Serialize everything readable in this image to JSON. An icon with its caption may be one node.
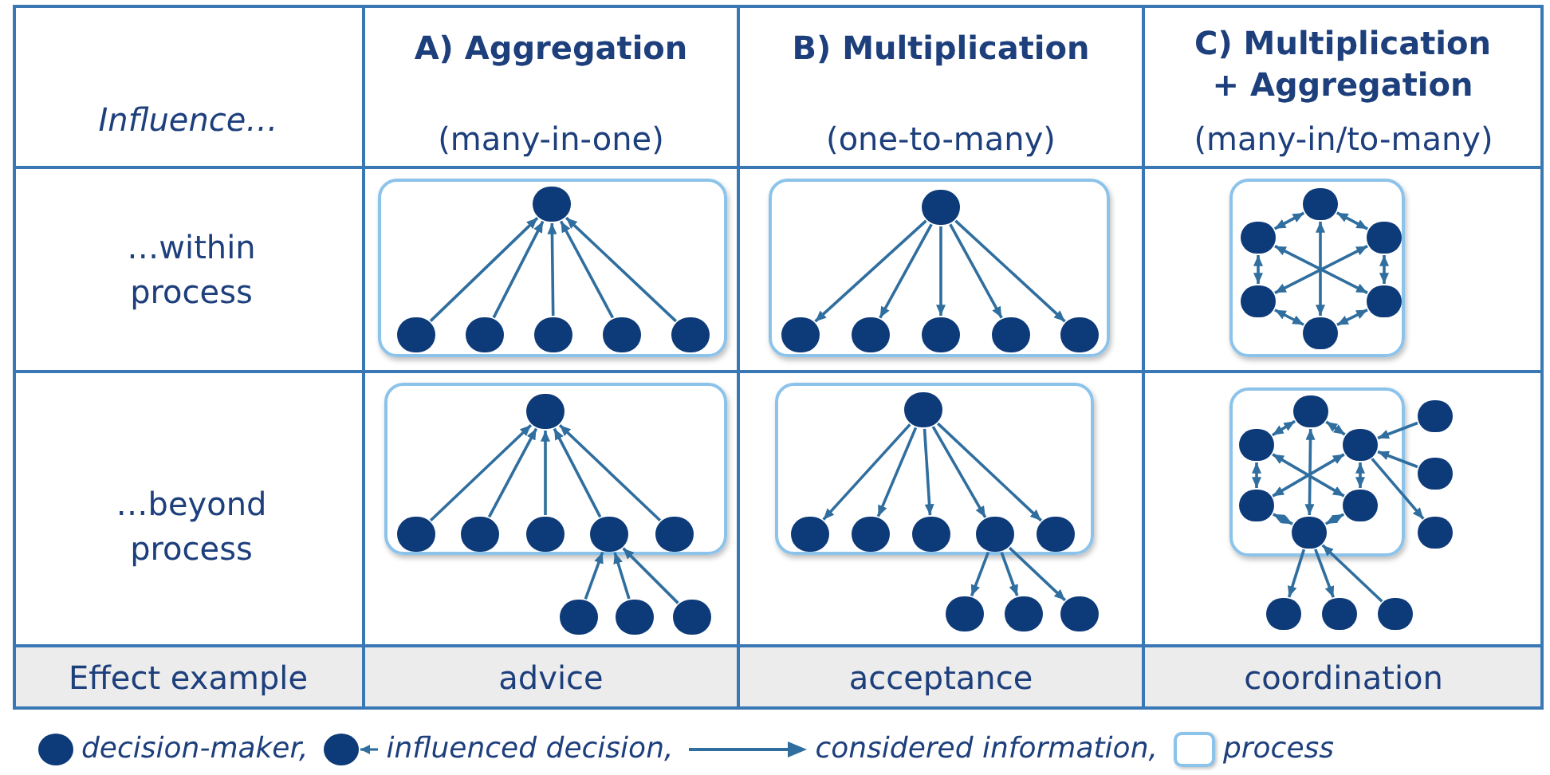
{
  "diagram": {
    "nodes": [
      {
        "text": [],
        "shape": "box"
      },
      {
        "text": [],
        "shape": "circle",
        "in": 0
      },
      {
        "text": [],
        "shape": "circle",
        "in": 0
      },
      {
        "text": [],
        "shape": "circle",
        "in": 0
      },
      {
        "text": [],
        "shape": "circle",
        "in": 0
      },
      {
        "text": [],
        "shape": "circle",
        "in": 0
      },
      {
        "text": [],
        "shape": "circle",
        "in": 0
      },
      {
        "text": [],
        "shape": "box"
      },
      {
        "text": [],
        "shape": "circle",
        "in": 7
      },
      {
        "text": [],
        "shape": "circle",
        "in": 7
      },
      {
        "text": [],
        "shape": "circle",
        "in": 7
      },
      {
        "text": [],
        "shape": "circle",
        "in": 7
      },
      {
        "text": [],
        "shape": "circle",
        "in": 7
      },
      {
        "text": [],
        "shape": "circle",
        "in": 7
      },
      {
        "text": [],
        "shape": "box"
      },
      {
        "text": [],
        "shape": "circle",
        "in": 14
      },
      {
        "text": [],
        "shape": "circle",
        "in": 14
      },
      {
        "text": [],
        "shape": "circle",
        "in": 14
      },
      {
        "text": [],
        "shape": "circle",
        "in": 14
      },
      {
        "text": [],
        "shape": "circle",
        "in": 14
      },
      {
        "text": [],
        "shape": "circle",
        "in": 14
      },
      {
        "text": [],
        "shape": "box"
      },
      {
        "text": [],
        "shape": "circle",
        "in": 21
      },
      {
        "text": [],
        "shape": "circle",
        "in": 21
      },
      {
        "text": [],
        "shape": "circle",
        "in": 21
      },
      {
        "text": [],
        "shape": "circle",
        "in": 21
      },
      {
        "text": [],
        "shape": "circle",
        "in": 21
      },
      {
        "text": [],
        "shape": "circle",
        "in": 21
      },
      {
        "text": [],
        "shape": "circle"
      },
      {
        "text": [],
        "shape": "circle"
      },
      {
        "text": [],
        "shape": "circle"
      },
      {
        "text": [],
        "shape": "box"
      },
      {
        "text": [],
        "shape": "circle",
        "in": 31
      },
      {
        "text": [],
        "shape": "circle",
        "in": 31
      },
      {
        "text": [],
        "shape": "circle",
        "in": 31
      },
      {
        "text": [],
        "shape": "circle",
        "in": 31
      },
      {
        "text": [],
        "shape": "circle",
        "in": 31
      },
      {
        "text": [],
        "shape": "circle",
        "in": 31
      },
      {
        "text": [],
        "shape": "circle"
      },
      {
        "text": [],
        "shape": "circle"
      },
      {
        "text": [],
        "shape": "circle"
      },
      {
        "text": [],
        "shape": "box"
      },
      {
        "text": [],
        "shape": "circle",
        "in": 41
      },
      {
        "text": [],
        "shape": "circle",
        "in": 41
      },
      {
        "text": [],
        "shape": "circle",
        "in": 41
      },
      {
        "text": [],
        "shape": "circle",
        "in": 41
      },
      {
        "text": [],
        "shape": "circle",
        "in": 41
      },
      {
        "text": [],
        "shape": "circle",
        "in": 41
      },
      {
        "text": [],
        "shape": "circle"
      },
      {
        "text": [],
        "shape": "circle"
      },
      {
        "text": [],
        "shape": "circle"
      },
      {
        "text": [],
        "shape": "circle"
      },
      {
        "text": [],
        "shape": "circle"
      },
      {
        "text": [],
        "shape": "circle"
      }
    ],
    "edges": [
      {
        "from": 2,
        "to": 1,
        "arrow": "to"
      },
      {
        "from": 3,
        "to": 1,
        "arrow": "to"
      },
      {
        "from": 4,
        "to": 1,
        "arrow": "to"
      },
      {
        "from": 5,
        "to": 1,
        "arrow": "to"
      },
      {
        "from": 6,
        "to": 1,
        "arrow": "to"
      },
      {
        "from": 8,
        "to": 9,
        "arrow": "to"
      },
      {
        "from": 8,
        "to": 10,
        "arrow": "to"
      },
      {
        "from": 8,
        "to": 11,
        "arrow": "to"
      },
      {
        "from": 8,
        "to": 12,
        "arrow": "to"
      },
      {
        "from": 8,
        "to": 13,
        "arrow": "to"
      },
      {
        "from": 15,
        "to": 16,
        "arrow": "both"
      },
      {
        "from": 15,
        "to": 17,
        "arrow": "both"
      },
      {
        "from": 16,
        "to": 18,
        "arrow": "both"
      },
      {
        "from": 17,
        "to": 19,
        "arrow": "both"
      },
      {
        "from": 18,
        "to": 20,
        "arrow": "both"
      },
      {
        "from": 19,
        "to": 20,
        "arrow": "both"
      },
      {
        "from": 15,
        "to": 20,
        "arrow": "both"
      },
      {
        "from": 16,
        "to": 19,
        "arrow": "both"
      },
      {
        "from": 17,
        "to": 18,
        "arrow": "both"
      },
      {
        "from": 23,
        "to": 22,
        "arrow": "to"
      },
      {
        "from": 24,
        "to": 22,
        "arrow": "to"
      },
      {
        "from": 25,
        "to": 22,
        "arrow": "to"
      },
      {
        "from": 26,
        "to": 22,
        "arrow": "to"
      },
      {
        "from": 27,
        "to": 22,
        "arrow": "to"
      },
      {
        "from": 28,
        "to": 26,
        "arrow": "to"
      },
      {
        "from": 29,
        "to": 26,
        "arrow": "to"
      },
      {
        "from": 30,
        "to": 26,
        "arrow": "to"
      },
      {
        "from": 32,
        "to": 33,
        "arrow": "to"
      },
      {
        "from": 32,
        "to": 34,
        "arrow": "to"
      },
      {
        "from": 32,
        "to": 35,
        "arrow": "to"
      },
      {
        "from": 32,
        "to": 36,
        "arrow": "to"
      },
      {
        "from": 32,
        "to": 37,
        "arrow": "to"
      },
      {
        "from": 36,
        "to": 38,
        "arrow": "to"
      },
      {
        "from": 36,
        "to": 39,
        "arrow": "to"
      },
      {
        "from": 36,
        "to": 40,
        "arrow": "to"
      },
      {
        "from": 42,
        "to": 43,
        "arrow": "both"
      },
      {
        "from": 42,
        "to": 44,
        "arrow": "both"
      },
      {
        "from": 43,
        "to": 45,
        "arrow": "both"
      },
      {
        "from": 44,
        "to": 46,
        "arrow": "both"
      },
      {
        "from": 45,
        "to": 47,
        "arrow": "both"
      },
      {
        "from": 46,
        "to": 47,
        "arrow": "both"
      },
      {
        "from": 42,
        "to": 47,
        "arrow": "both"
      },
      {
        "from": 43,
        "to": 46,
        "arrow": "both"
      },
      {
        "from": 44,
        "to": 45,
        "arrow": "both"
      },
      {
        "from": 48,
        "to": 44,
        "arrow": "to"
      },
      {
        "from": 49,
        "to": 44,
        "arrow": "to"
      },
      {
        "from": 44,
        "to": 50,
        "arrow": "to"
      },
      {
        "from": 47,
        "to": 51,
        "arrow": "to"
      },
      {
        "from": 47,
        "to": 52,
        "arrow": "to"
      },
      {
        "from": 53,
        "to": 47,
        "arrow": "to"
      }
    ],
    "labels": [
      "Influence…",
      "A) Aggregation",
      "B) Multiplication",
      "C) Multiplication + Aggregation",
      "(many-in-one)",
      "(one-to-many)",
      "(many-in/to-many)",
      "…within process",
      "…beyond process",
      "Effect example",
      "advice",
      "acceptance",
      "coordination"
    ],
    "legend": [
      {
        "text": "decision-maker,"
      },
      {
        "text": "influenced decision,"
      },
      {
        "text": "considered information,"
      },
      {
        "text": "process"
      }
    ]
  }
}
